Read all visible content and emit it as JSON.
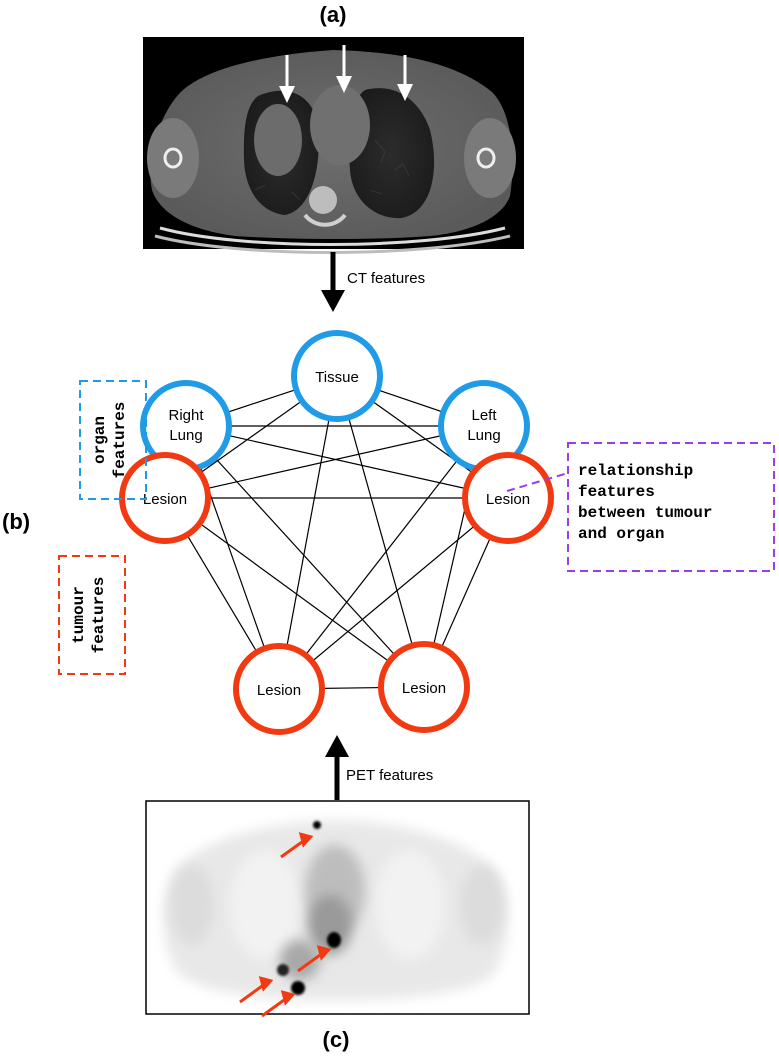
{
  "labels": {
    "panel_a": "(a)",
    "panel_b": "(b)",
    "panel_c": "(c)"
  },
  "arrows": {
    "ct": "CT features",
    "pet": "PET features"
  },
  "nodes": {
    "tissue": "Tissue",
    "right_lung_1": "Right",
    "right_lung_2": "Lung",
    "left_lung_1": "Left",
    "left_lung_2": "Lung",
    "lesion": "Lesion"
  },
  "annotations": {
    "organ_1": "organ",
    "organ_2": "features",
    "tumour_1": "tumour",
    "tumour_2": "features",
    "relationship_1": "relationship",
    "relationship_2": "features",
    "relationship_3": "between tumour",
    "relationship_4": "and organ"
  },
  "colors": {
    "organ": "#1f9be8",
    "tumour": "#f23a12",
    "relationship": "#9b3de8",
    "ct_background": "#000000",
    "pet_background": "#ffffff"
  }
}
